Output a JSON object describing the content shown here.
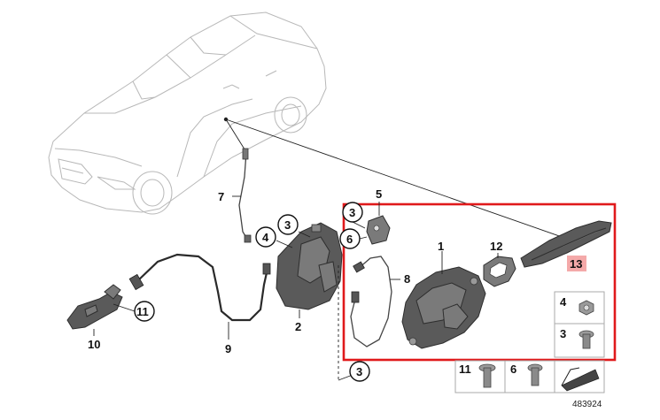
{
  "diagram": {
    "reference_number": "483924",
    "highlight_color": "#e0191b",
    "highlight_label_bg": "#f4a9a9",
    "callouts": {
      "c1": "1",
      "c2": "2",
      "c3_top": "3",
      "c3_bottom": "3",
      "c3_handle": "3",
      "c4": "4",
      "c5": "5",
      "c6_top": "6",
      "c7": "7",
      "c8": "8",
      "c9": "9",
      "c10": "10",
      "c11": "11",
      "c12": "12",
      "c13": "13"
    },
    "hardware_panel": {
      "items": [
        {
          "label": "4",
          "icon": "nut-icon"
        },
        {
          "label": "3",
          "icon": "screw-icon"
        }
      ],
      "bottom_items": [
        {
          "label": "11",
          "icon": "bolt-icon"
        },
        {
          "label": "6",
          "icon": "screw-icon"
        },
        {
          "label": "",
          "icon": "arrow-icon"
        }
      ]
    }
  }
}
